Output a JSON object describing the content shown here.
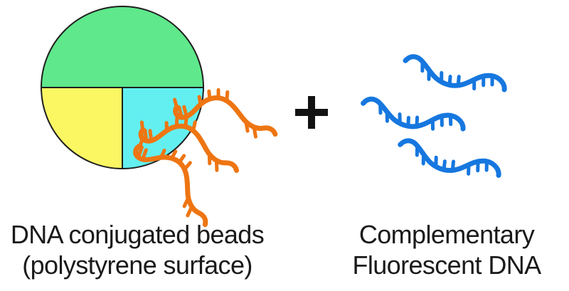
{
  "colors": {
    "background": "#ffffff",
    "outline": "#1f1f1f",
    "bead_green": "#5fe88c",
    "bead_yellow": "#fbf763",
    "bead_cyan": "#63eff0",
    "orange_dna": "#ee7512",
    "blue_dna": "#1677df",
    "plus_sign": "#121212",
    "text": "#1a1a1a"
  },
  "bead_group": {
    "caption_line1": "DNA conjugated beads",
    "caption_line2": "(polystyrene surface)",
    "bead_segment_names": [
      "green-top-half",
      "yellow-bottom-left-quarter",
      "cyan-bottom-right-quarter"
    ],
    "attached_strand_count": 3
  },
  "operator": {
    "symbol": "+"
  },
  "fluorescent_group": {
    "caption_line1": "Complementary",
    "caption_line2": "Fluorescent DNA",
    "strand_count": 3
  }
}
